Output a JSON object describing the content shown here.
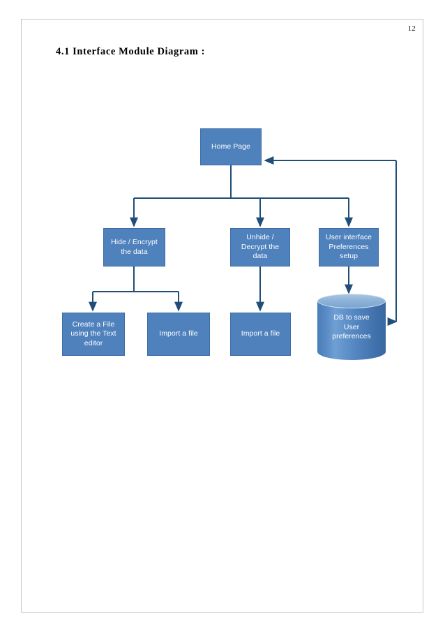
{
  "page": {
    "number": "12",
    "section_title": "4.1 Interface Module Diagram :",
    "border_color": "#c6c6c6",
    "background": "#ffffff"
  },
  "diagram": {
    "node_fill": "#4f81bd",
    "node_border": "#3d6da4",
    "connector_color": "#1f4e79",
    "nodes": {
      "home_page": "Home Page",
      "hide_encrypt": "Hide / Encrypt\nthe data",
      "unhide_decrypt": "Unhide /\nDecrypt the\ndata",
      "ui_preferences": "User interface\nPreferences\nsetup",
      "create_file": "Create a File\nusing the Text\neditor",
      "import_file_1": "Import a file",
      "import_file_2": "Import a file",
      "database": "DB to save\nUser\npreferences"
    }
  }
}
